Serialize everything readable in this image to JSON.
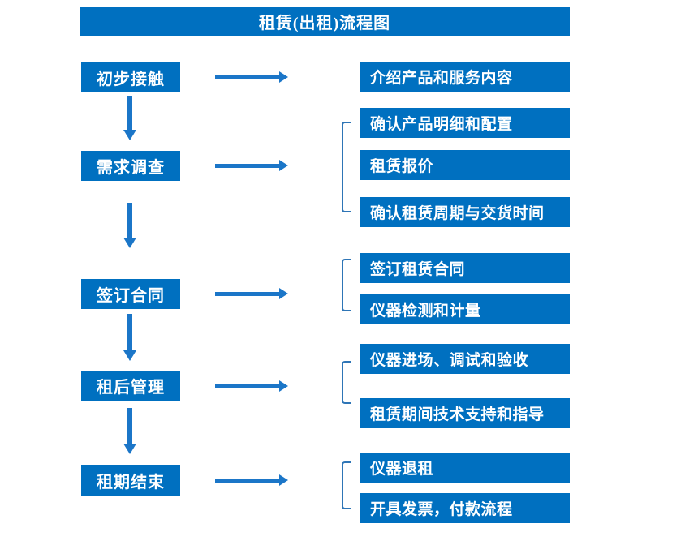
{
  "title": "租赁(出租)流程图",
  "colors": {
    "box_blue": "#0070C0",
    "arrow_blue": "#1B76C8",
    "bracket_blue": "#2E75B6",
    "text_white": "#FFFFFF",
    "background": "#FFFFFF"
  },
  "flow": {
    "steps": [
      {
        "label": "初步接触",
        "outputs": [
          "介绍产品和服务内容"
        ]
      },
      {
        "label": "需求调查",
        "outputs": [
          "确认产品明细和配置",
          "租赁报价",
          "确认租赁周期与交货时间"
        ]
      },
      {
        "label": "签订合同",
        "outputs": [
          "签订租赁合同",
          "仪器检测和计量"
        ]
      },
      {
        "label": "租后管理",
        "outputs": [
          "仪器进场、调试和验收",
          "租赁期间技术支持和指导"
        ]
      },
      {
        "label": "租期结束",
        "outputs": [
          "仪器退租",
          "开具发票，付款流程"
        ]
      }
    ]
  }
}
